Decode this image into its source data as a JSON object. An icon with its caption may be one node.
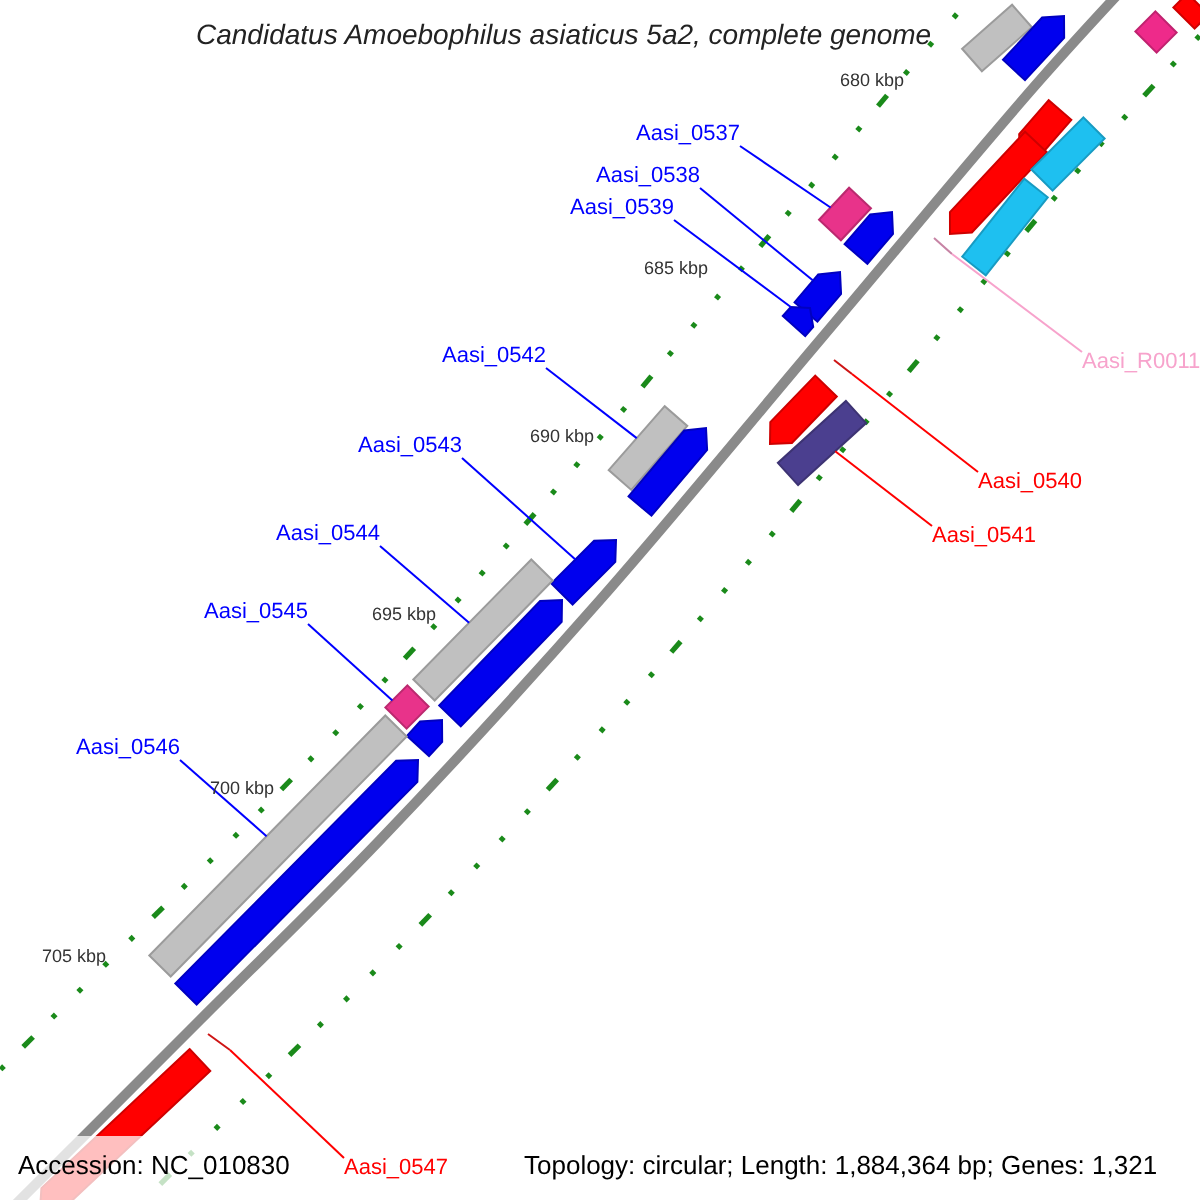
{
  "diagram": {
    "title": "Candidatus Amoebophilus asiaticus 5a2, complete genome",
    "nodes": [
      {
        "text": [
          "Aasi_0537"
        ]
      },
      {
        "text": [
          "Aasi_0538"
        ]
      },
      {
        "text": [
          "Aasi_0539"
        ]
      },
      {
        "text": [
          "Aasi_R0011"
        ]
      },
      {
        "text": [
          "Aasi_0542"
        ]
      },
      {
        "text": [
          "Aasi_0540"
        ]
      },
      {
        "text": [
          "Aasi_0543"
        ]
      },
      {
        "text": [
          "Aasi_0541"
        ]
      },
      {
        "text": [
          "Aasi_0544"
        ]
      },
      {
        "text": [
          "Aasi_0545"
        ]
      },
      {
        "text": [
          "Aasi_0546"
        ]
      },
      {
        "text": [
          "Aasi_0547"
        ]
      },
      {
        "text": [],
        "shape": "bar"
      },
      {
        "text": [],
        "shape": "arrow"
      },
      {
        "text": [],
        "shape": "bar"
      },
      {
        "text": [],
        "shape": "bar"
      },
      {
        "text": [],
        "shape": "bar"
      },
      {
        "text": [],
        "shape": "arrow"
      },
      {
        "text": [],
        "shape": "arrow"
      },
      {
        "text": [],
        "shape": "arrow"
      },
      {
        "text": [],
        "shape": "bar"
      },
      {
        "text": [],
        "shape": "arrow"
      },
      {
        "text": [],
        "shape": "arrow"
      },
      {
        "text": [],
        "shape": "bar"
      },
      {
        "text": [],
        "shape": "arrow"
      },
      {
        "text": [],
        "shape": "bar"
      },
      {
        "text": [],
        "shape": "arrow"
      },
      {
        "text": [],
        "shape": "bar"
      },
      {
        "text": [],
        "shape": "arrow"
      },
      {
        "text": [],
        "shape": "arrow"
      },
      {
        "text": [],
        "shape": "arrow"
      },
      {
        "text": [],
        "shape": "bar"
      },
      {
        "text": [],
        "shape": "bar"
      },
      {
        "text": [],
        "shape": "triangle"
      },
      {
        "text": [],
        "shape": "triangle"
      },
      {
        "text": [],
        "shape": "arrow"
      },
      {
        "text": [],
        "shape": "bar"
      },
      {
        "text": [],
        "shape": "triangle"
      },
      {
        "text": [],
        "shape": "arrow"
      }
    ],
    "edges": [
      {
        "from": 0,
        "to": 16,
        "arrow": "none"
      },
      {
        "from": 1,
        "to": 18,
        "arrow": "none"
      },
      {
        "from": 2,
        "to": 19,
        "arrow": "none"
      },
      {
        "from": 3,
        "to": 33,
        "arrow": "none",
        "color": "#f7a3cc"
      },
      {
        "from": 4,
        "to": 20,
        "arrow": "none"
      },
      {
        "from": 5,
        "to": 34,
        "arrow": "none",
        "color": "#ff0000"
      },
      {
        "from": 6,
        "to": 22,
        "arrow": "none"
      },
      {
        "from": 7,
        "to": 36,
        "arrow": "none",
        "color": "#ff0000"
      },
      {
        "from": 8,
        "to": 23,
        "arrow": "none"
      },
      {
        "from": 9,
        "to": 25,
        "arrow": "none"
      },
      {
        "from": 10,
        "to": 27,
        "arrow": "none"
      },
      {
        "from": 11,
        "to": 37,
        "arrow": "none",
        "color": "#ff0000"
      }
    ],
    "labels": [
      "680 kbp",
      "685 kbp",
      "690 kbp",
      "695 kbp",
      "700 kbp",
      "705 kbp",
      "Accession: NC_010830",
      "Topology: circular; Length: 1,884,364 bp; Genes: 1,321"
    ]
  }
}
